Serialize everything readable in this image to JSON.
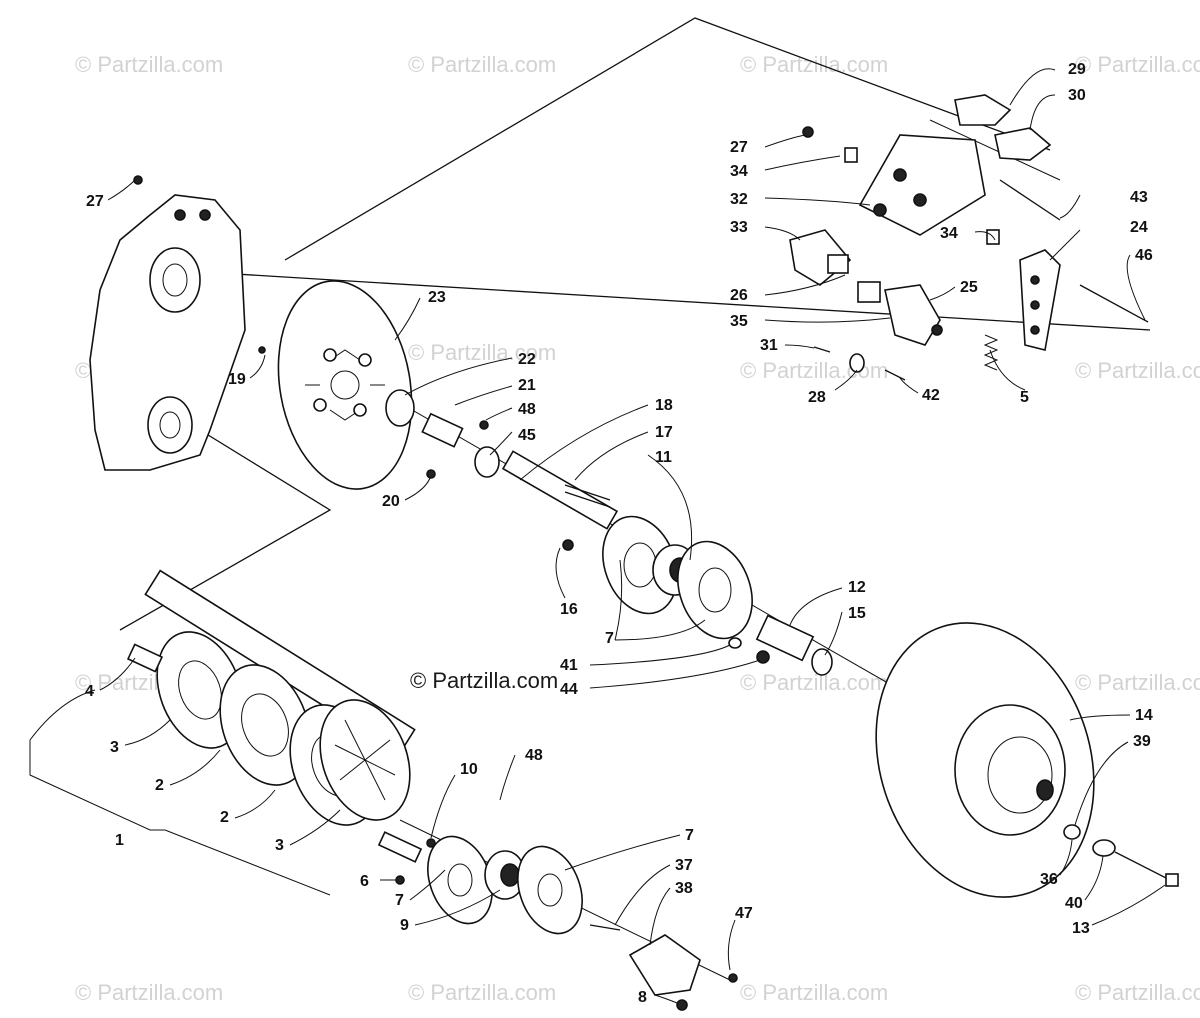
{
  "watermarks": {
    "text": "© Partzilla.com",
    "center_text": "© Partzilla.com"
  },
  "callouts": {
    "c27a": "27",
    "c27b": "27",
    "c29": "29",
    "c30": "30",
    "c34a": "34",
    "c34b": "34",
    "c32": "32",
    "c43": "43",
    "c24": "24",
    "c33": "33",
    "c46": "46",
    "c26": "26",
    "c25": "25",
    "c35": "35",
    "c31": "31",
    "c28": "28",
    "c42": "42",
    "c5": "5",
    "c23": "23",
    "c19": "19",
    "c22": "22",
    "c21": "21",
    "c48a": "48",
    "c45": "45",
    "c20": "20",
    "c18": "18",
    "c17": "17",
    "c11": "11",
    "c16": "16",
    "c7a": "7",
    "c12": "12",
    "c15": "15",
    "c41": "41",
    "c44": "44",
    "c4": "4",
    "c3a": "3",
    "c2a": "2",
    "c2b": "2",
    "c3b": "3",
    "c10": "10",
    "c48b": "48",
    "c1": "1",
    "c6": "6",
    "c7b": "7",
    "c9": "9",
    "c7c": "7",
    "c37": "37",
    "c38": "38",
    "c47": "47",
    "c8": "8",
    "c14": "14",
    "c39": "39",
    "c36": "36",
    "c40": "40",
    "c13": "13"
  }
}
